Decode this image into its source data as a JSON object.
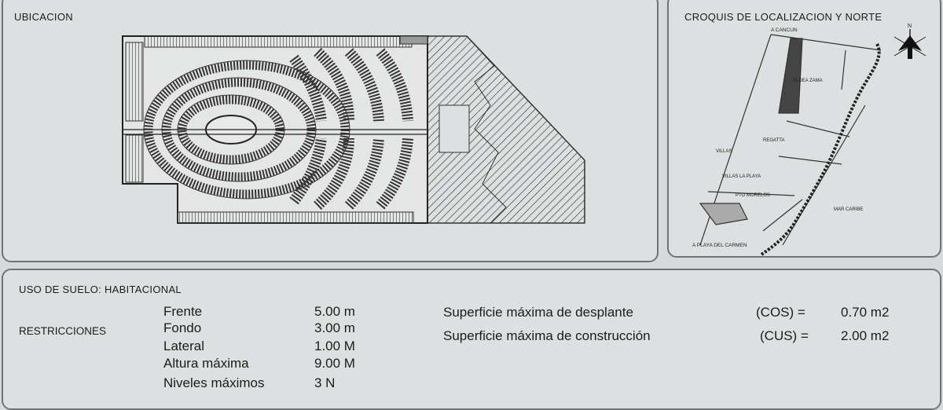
{
  "ubicacion": {
    "title": "UBICACION"
  },
  "croquis": {
    "title": "CROQUIS DE LOCALIZACION Y NORTE",
    "label_top": "A CANCUN",
    "label_bottom": "A PLAYA DEL CARMEN",
    "places": [
      "ALDEA ZAMA",
      "REGATTA",
      "VILLAS",
      "VILLAS LA PLAYA",
      "PTO MORELOS",
      "MAR CARIBE"
    ],
    "north_icon": "north-arrow-icon"
  },
  "uso": {
    "title": "USO DE SUELO:  HABITACIONAL",
    "restricciones_label": "RESTRICCIONES",
    "restricciones": [
      {
        "label": "Frente",
        "value": "5.00 m"
      },
      {
        "label": "Fondo",
        "value": "3.00 m"
      },
      {
        "label": "Lateral",
        "value": "1.00 M"
      },
      {
        "label": "Altura máxima",
        "value": "9.00 M"
      },
      {
        "label": "Niveles máximos",
        "value": "3 N"
      }
    ],
    "superficies": [
      {
        "label": "Superficie máxima de desplante",
        "code": "(COS)  =",
        "value": "0.70 m2"
      },
      {
        "label": "Superficie máxima de construcción",
        "code": "(CUS)  =",
        "value": "2.00 m2"
      }
    ]
  }
}
